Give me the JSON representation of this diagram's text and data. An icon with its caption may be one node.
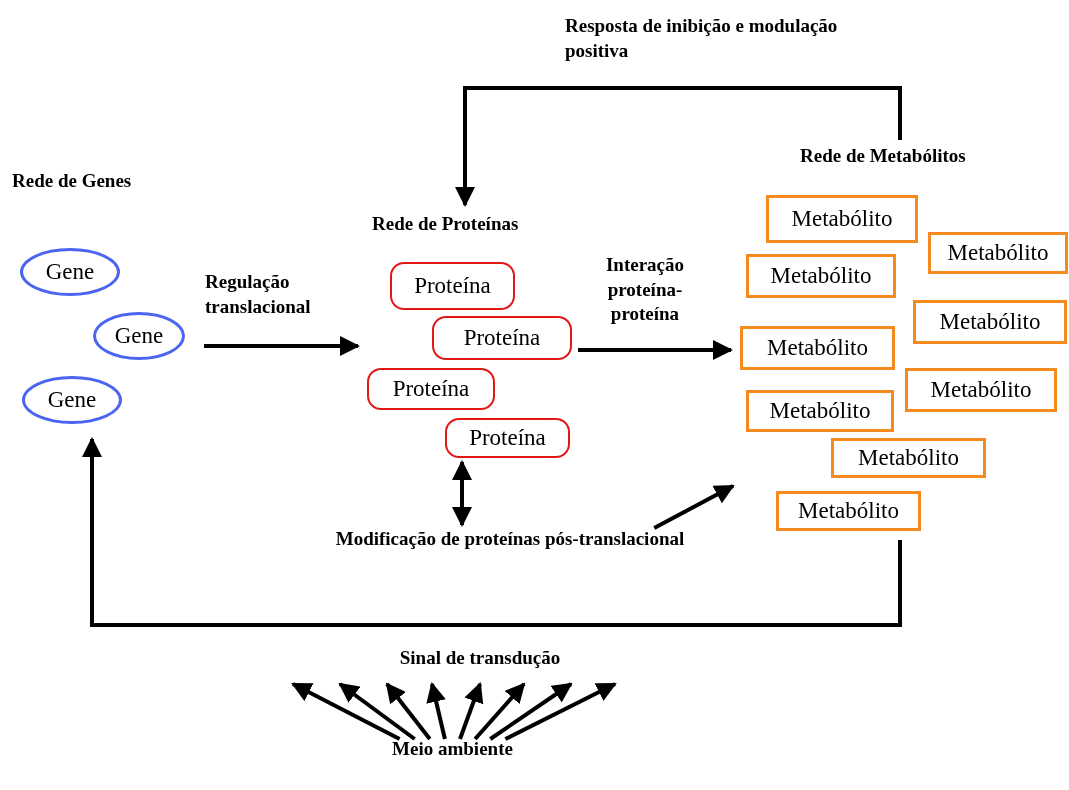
{
  "diagram": {
    "nodes": [
      {
        "text": [
          "Rede de Genes"
        ]
      },
      {
        "text": [
          "Gene"
        ],
        "in": 0
      },
      {
        "text": [
          "Gene"
        ],
        "in": 0
      },
      {
        "text": [
          "Gene"
        ],
        "in": 0
      },
      {
        "text": [
          "Rede de Proteínas"
        ]
      },
      {
        "text": [
          "Proteína"
        ],
        "in": 4
      },
      {
        "text": [
          "Proteína"
        ],
        "in": 4
      },
      {
        "text": [
          "Proteína"
        ],
        "in": 4
      },
      {
        "text": [
          "Proteína"
        ],
        "in": 4
      },
      {
        "text": [
          "Rede de Metabólitos"
        ]
      },
      {
        "text": [
          "Metabólito"
        ],
        "in": 9
      },
      {
        "text": [
          "Metabólito"
        ],
        "in": 9
      },
      {
        "text": [
          "Metabólito"
        ],
        "in": 9
      },
      {
        "text": [
          "Metabólito"
        ],
        "in": 9
      },
      {
        "text": [
          "Metabólito"
        ],
        "in": 9
      },
      {
        "text": [
          "Metabólito"
        ],
        "in": 9
      },
      {
        "text": [
          "Metabólito"
        ],
        "in": 9
      },
      {
        "text": [
          "Metabólito"
        ],
        "in": 9
      },
      {
        "text": [
          "Metabólito"
        ],
        "in": 9
      },
      {
        "text": [
          "Modificação de proteínas pós-translacional"
        ]
      },
      {
        "text": [
          "Meio ambiente"
        ]
      }
    ],
    "edges": [
      {
        "from": 0,
        "to": 4,
        "arrow": "to",
        "label": "Regulação translacional"
      },
      {
        "from": 4,
        "to": 9,
        "arrow": "to",
        "label": "Interação proteína-proteína"
      },
      {
        "from": 9,
        "to": 4,
        "arrow": "to",
        "label": "Resposta de inibição e modulação positiva"
      },
      {
        "from": 4,
        "to": 19,
        "arrow": "both"
      },
      {
        "from": 19,
        "to": 9,
        "arrow": "to"
      },
      {
        "from": 9,
        "to": 0,
        "arrow": "to",
        "label": "Sinal de transdução"
      },
      {
        "from": 20,
        "to": null,
        "arrow": "to"
      },
      {
        "from": 20,
        "to": null,
        "arrow": "to"
      },
      {
        "from": 20,
        "to": null,
        "arrow": "to"
      },
      {
        "from": 20,
        "to": null,
        "arrow": "to"
      },
      {
        "from": 20,
        "to": null,
        "arrow": "to"
      },
      {
        "from": 20,
        "to": null,
        "arrow": "to"
      },
      {
        "from": 20,
        "to": null,
        "arrow": "to"
      },
      {
        "from": 20,
        "to": null,
        "arrow": "to"
      }
    ]
  }
}
